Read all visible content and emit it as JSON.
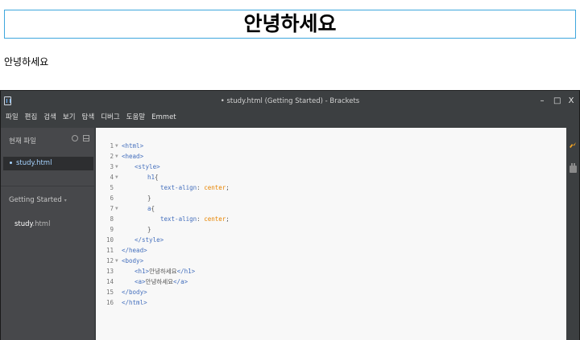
{
  "preview": {
    "heading": "안녕하세요",
    "link_text": "안녕하세요"
  },
  "window": {
    "title": "• study.html (Getting Started) - Brackets",
    "controls": [
      "–",
      "□",
      "X"
    ]
  },
  "menu": [
    "파일",
    "편집",
    "검색",
    "보기",
    "탐색",
    "디버그",
    "도움말",
    "Emmet"
  ],
  "sidebar": {
    "working_files_label": "현재 파일",
    "working_files": [
      "study.html"
    ],
    "project_title": "Getting Started",
    "project_caret": "▾",
    "tree": [
      {
        "name": "study",
        "ext": ".html"
      }
    ]
  },
  "editor": {
    "lines": [
      {
        "n": "1",
        "fold": "▼",
        "indent": 0,
        "tokens": [
          {
            "c": "tag",
            "t": "<html>"
          }
        ]
      },
      {
        "n": "2",
        "fold": "▼",
        "indent": 0,
        "tokens": [
          {
            "c": "tag",
            "t": "<head>"
          }
        ]
      },
      {
        "n": "3",
        "fold": "▼",
        "indent": 1,
        "tokens": [
          {
            "c": "tag",
            "t": "<style>"
          }
        ]
      },
      {
        "n": "4",
        "fold": "▼",
        "indent": 2,
        "tokens": [
          {
            "c": "tag",
            "t": "h1"
          },
          {
            "c": "txt",
            "t": "{"
          }
        ]
      },
      {
        "n": "5",
        "fold": "",
        "indent": 3,
        "tokens": [
          {
            "c": "prop",
            "t": "text-align"
          },
          {
            "c": "txt",
            "t": ": "
          },
          {
            "c": "val",
            "t": "center"
          },
          {
            "c": "txt",
            "t": ";"
          }
        ]
      },
      {
        "n": "6",
        "fold": "",
        "indent": 2,
        "tokens": [
          {
            "c": "txt",
            "t": "}"
          }
        ]
      },
      {
        "n": "7",
        "fold": "▼",
        "indent": 2,
        "tokens": [
          {
            "c": "tag",
            "t": "a"
          },
          {
            "c": "txt",
            "t": "{"
          }
        ]
      },
      {
        "n": "8",
        "fold": "",
        "indent": 3,
        "tokens": [
          {
            "c": "prop",
            "t": "text-align"
          },
          {
            "c": "txt",
            "t": ": "
          },
          {
            "c": "val",
            "t": "center"
          },
          {
            "c": "txt",
            "t": ";"
          }
        ]
      },
      {
        "n": "9",
        "fold": "",
        "indent": 2,
        "tokens": [
          {
            "c": "txt",
            "t": "}"
          }
        ]
      },
      {
        "n": "10",
        "fold": "",
        "indent": 1,
        "tokens": [
          {
            "c": "tag",
            "t": "</style>"
          }
        ]
      },
      {
        "n": "11",
        "fold": "",
        "indent": 0,
        "tokens": [
          {
            "c": "tag",
            "t": "</head>"
          }
        ]
      },
      {
        "n": "12",
        "fold": "▼",
        "indent": 0,
        "tokens": [
          {
            "c": "tag",
            "t": "<body>"
          }
        ]
      },
      {
        "n": "13",
        "fold": "",
        "indent": 1,
        "tokens": [
          {
            "c": "tag",
            "t": "<h1>"
          },
          {
            "c": "txt",
            "t": "안녕하세요"
          },
          {
            "c": "tag",
            "t": "</h1>"
          }
        ]
      },
      {
        "n": "14",
        "fold": "",
        "indent": 1,
        "tokens": [
          {
            "c": "tag",
            "t": "<a>"
          },
          {
            "c": "txt",
            "t": "안녕하세요"
          },
          {
            "c": "tag",
            "t": "</a>"
          }
        ]
      },
      {
        "n": "15",
        "fold": "",
        "indent": 0,
        "tokens": [
          {
            "c": "tag",
            "t": "</body>"
          }
        ]
      },
      {
        "n": "16",
        "fold": "",
        "indent": 0,
        "tokens": [
          {
            "c": "tag",
            "t": "</html>"
          }
        ]
      }
    ]
  },
  "icons": {
    "app": "brackets-app-icon",
    "settings": "gear-icon",
    "split": "split-view-icon",
    "live_preview": "lightning-bolt-icon",
    "extensions": "extension-manager-icon"
  },
  "colors": {
    "accent": "#3ea7dd",
    "tag": "#446fbd",
    "value": "#e88501",
    "live_preview": "#f5a623"
  }
}
